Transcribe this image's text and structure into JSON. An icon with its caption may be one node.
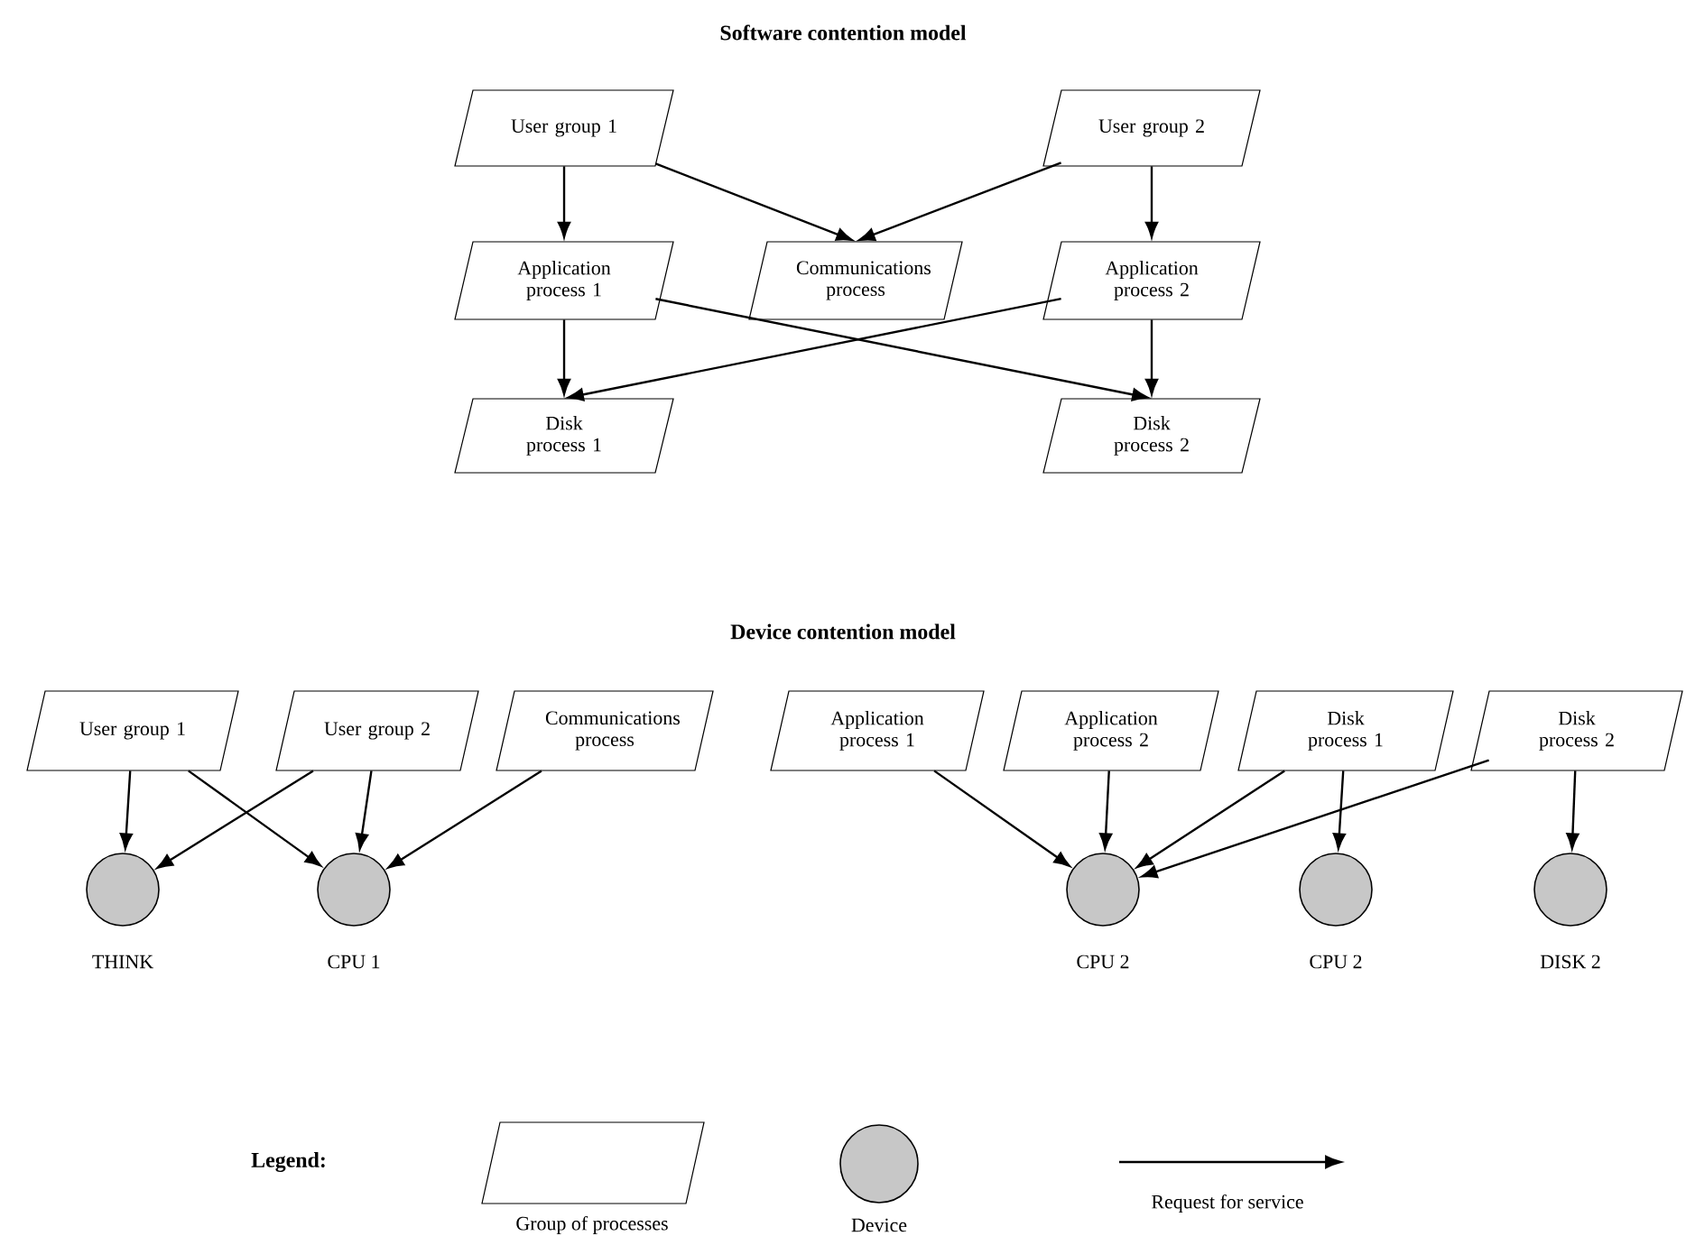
{
  "diagram": {
    "title": "Software contention model",
    "nodes": [
      {
        "text": [
          "User group 1"
        ]
      },
      {
        "text": [
          "User group 2"
        ]
      },
      {
        "text": [
          "Application process 1"
        ]
      },
      {
        "text": [
          "Communications process"
        ]
      },
      {
        "text": [
          "Application process 2"
        ]
      },
      {
        "text": [
          "Disk process 1"
        ]
      },
      {
        "text": [
          "Disk process 2"
        ]
      },
      {
        "text": [
          "User group 1"
        ]
      },
      {
        "text": [
          "User group 2"
        ]
      },
      {
        "text": [
          "Communications process"
        ]
      },
      {
        "text": [
          "Application process 1"
        ]
      },
      {
        "text": [
          "Application process 2"
        ]
      },
      {
        "text": [
          "Disk process 1"
        ]
      },
      {
        "text": [
          "Disk process 2"
        ]
      },
      {
        "text": [
          "THINK"
        ]
      },
      {
        "text": [
          "CPU 1"
        ]
      },
      {
        "text": [
          "CPU 2"
        ]
      },
      {
        "text": [
          "CPU 2"
        ]
      },
      {
        "text": [
          "DISK 2"
        ]
      }
    ],
    "edges": [
      {
        "from": 0,
        "to": 2,
        "arrow": "to"
      },
      {
        "from": 0,
        "to": 3,
        "arrow": "to"
      },
      {
        "from": 1,
        "to": 3,
        "arrow": "to"
      },
      {
        "from": 1,
        "to": 4,
        "arrow": "to"
      },
      {
        "from": 2,
        "to": 5,
        "arrow": "to"
      },
      {
        "from": 2,
        "to": 6,
        "arrow": "to"
      },
      {
        "from": 4,
        "to": 5,
        "arrow": "to"
      },
      {
        "from": 4,
        "to": 6,
        "arrow": "to"
      },
      {
        "from": 7,
        "to": 14,
        "arrow": "to"
      },
      {
        "from": 7,
        "to": 15,
        "arrow": "to"
      },
      {
        "from": 8,
        "to": 14,
        "arrow": "to"
      },
      {
        "from": 8,
        "to": 15,
        "arrow": "to"
      },
      {
        "from": 9,
        "to": 15,
        "arrow": "to"
      },
      {
        "from": 10,
        "to": 16,
        "arrow": "to"
      },
      {
        "from": 11,
        "to": 16,
        "arrow": "to"
      },
      {
        "from": 12,
        "to": 16,
        "arrow": "to"
      },
      {
        "from": 12,
        "to": 17,
        "arrow": "to"
      },
      {
        "from": 13,
        "to": 16,
        "arrow": "to"
      },
      {
        "from": 13,
        "to": 18,
        "arrow": "to"
      }
    ],
    "labels": [
      "Device contention model",
      "Legend:"
    ],
    "legend": [
      {
        "text": "Group of processes"
      },
      {
        "text": "Device"
      },
      {
        "text": "Request for service"
      }
    ]
  }
}
